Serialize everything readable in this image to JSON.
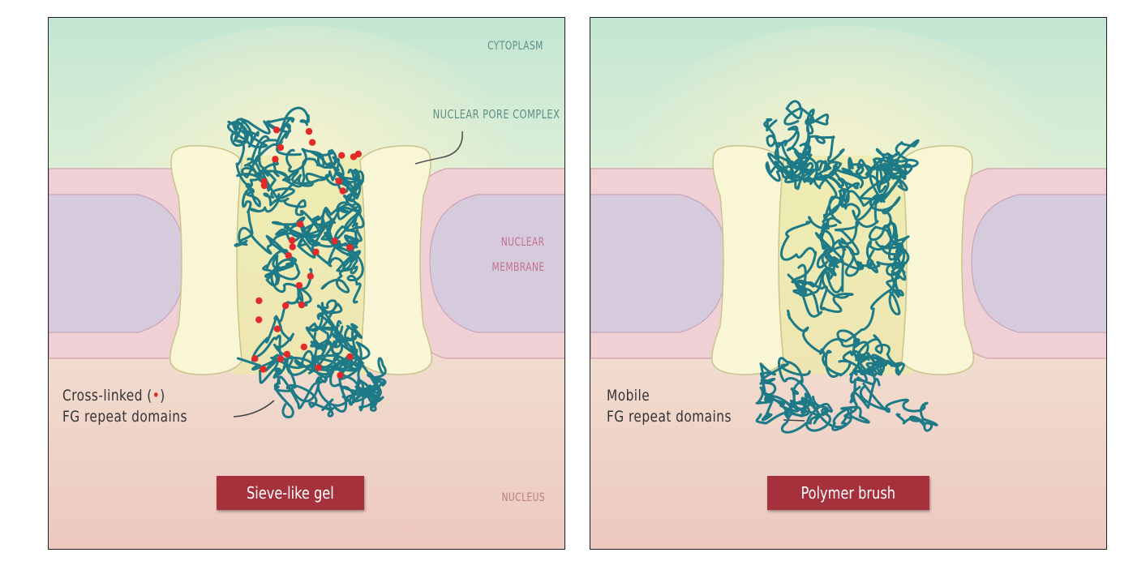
{
  "left_panel": {
    "cytoplasm_label": "CYTOPLASM",
    "npc_label": "NUCLEAR PORE COMPLEX",
    "membrane_label_line1": "NUCLEAR",
    "membrane_label_line2": "MEMBRANE",
    "nucleus_label": "NUCLEUS",
    "domains_line1_prefix": "Cross-linked (",
    "domains_line1_symbol": "•",
    "domains_line1_suffix": ")",
    "domains_line2": "FG repeat domains",
    "model_label": "Sieve-like gel"
  },
  "right_panel": {
    "domains_line1": "Mobile",
    "domains_line2": "FG repeat domains",
    "model_label": "Polymer brush"
  },
  "colors": {
    "cytoplasm": "#c9e8d6",
    "nucleus": "#f1d2c8",
    "membrane_outer": "#f0d4d8",
    "membrane_inner": "#d9cde0",
    "pore_protein": "#f8f6d4",
    "fg_strand": "#1d7a86",
    "crosslink": "#e32a2a",
    "badge": "#a5313c"
  }
}
